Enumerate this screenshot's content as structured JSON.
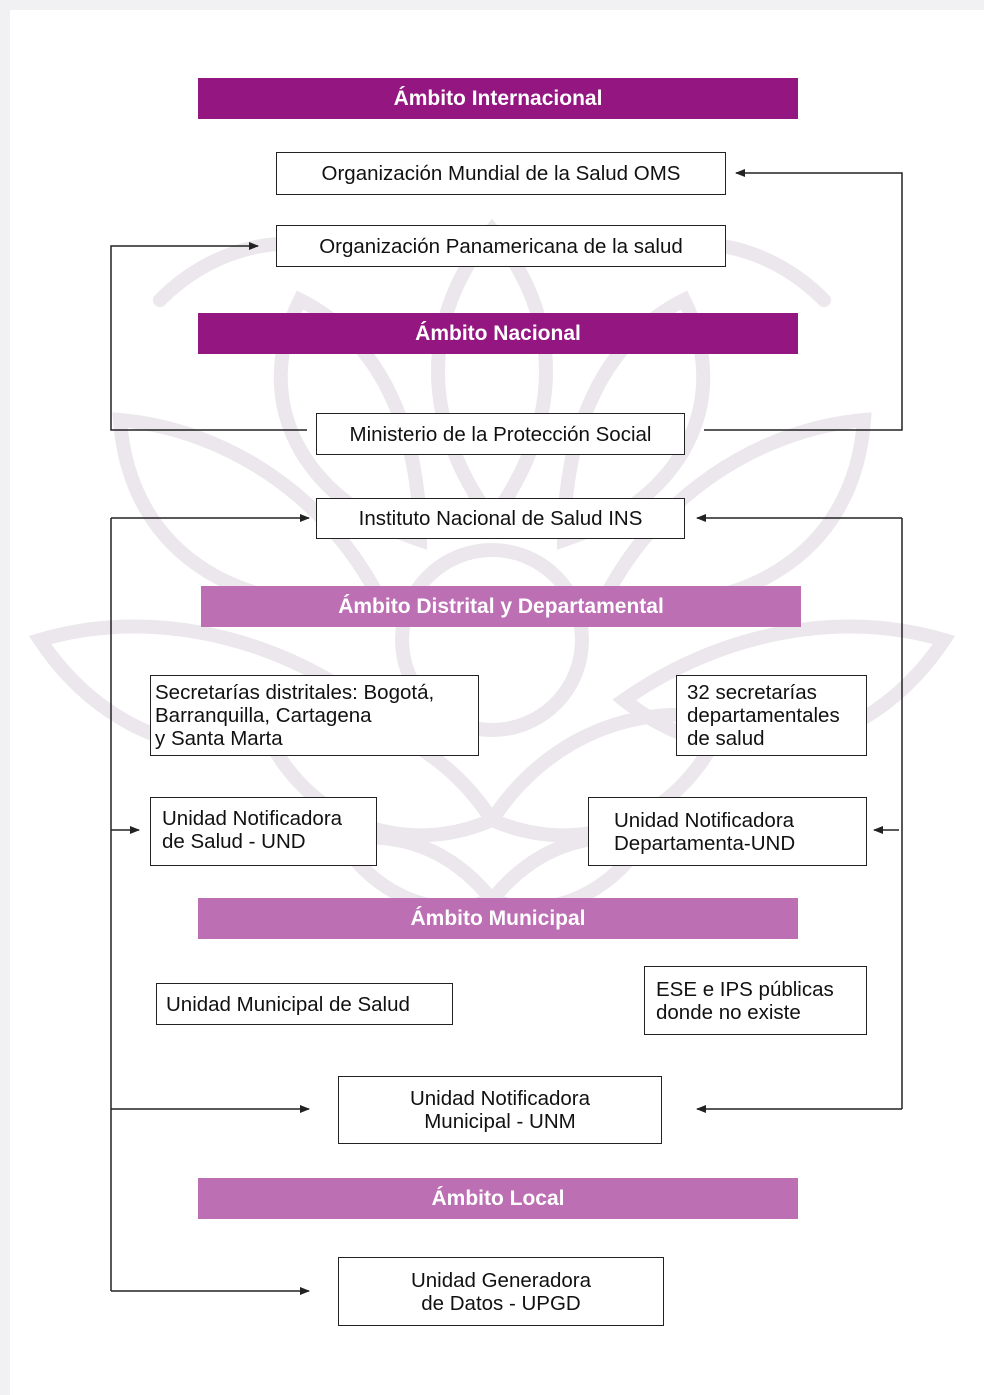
{
  "levels": {
    "internacional": "Ámbito Internacional",
    "nacional": "Ámbito Nacional",
    "distrital": "Ámbito Distrital y Departamental",
    "municipal": "Ámbito Municipal",
    "local": "Ámbito Local"
  },
  "nodes": {
    "oms": "Organización Mundial de la Salud OMS",
    "ops": "Organización Panamericana de la salud",
    "ministerio": "Ministerio de la Protección Social",
    "ins": "Instituto Nacional de Salud INS",
    "secretarias_distritales": "Secretarías distritales: Bogotá,\nBarranquilla, Cartagena\ny Santa Marta",
    "secretarias_departamentales": "32 secretarías\ndepartamentales\nde salud",
    "und_salud": "Unidad Notificadora\nde Salud - UND",
    "und_departamental": "Unidad Notificadora\nDepartamenta-UND",
    "unidad_municipal": "Unidad Municipal de Salud",
    "ese_ips": "ESE e IPS públicas\ndonde no existe",
    "unm": "Unidad Notificadora\nMunicipal - UNM",
    "upgd": "Unidad Generadora\nde Datos - UPGD"
  },
  "colors": {
    "banner_dark": "#941680",
    "banner_light": "#bd6fb4",
    "watermark": "#ebe7ec"
  }
}
